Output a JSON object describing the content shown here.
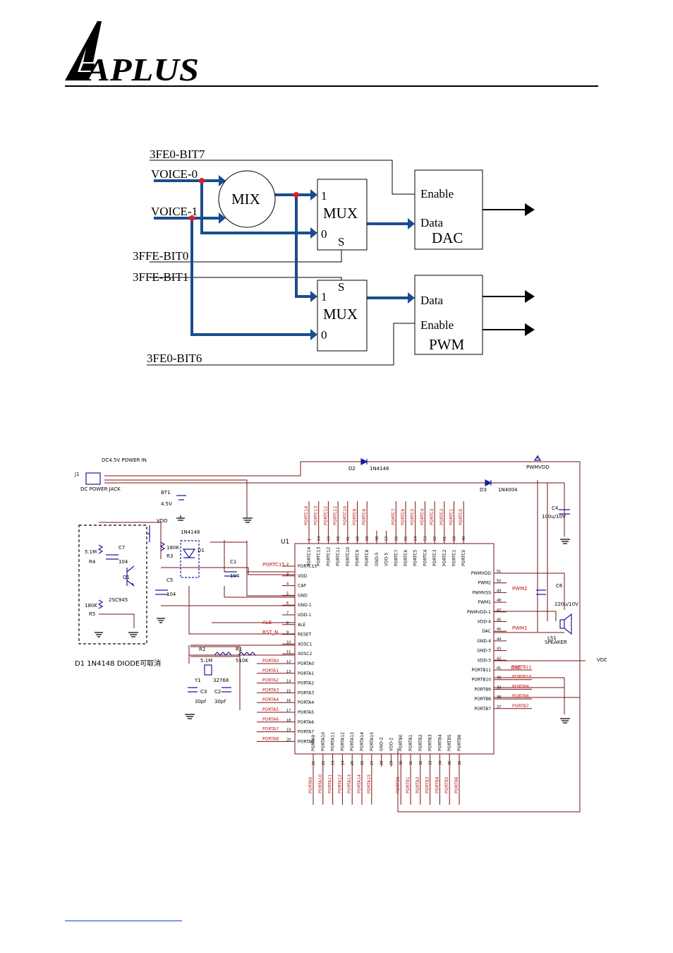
{
  "logo": {
    "text": "APLUS"
  },
  "block_diagram": {
    "signals": {
      "fe0_bit7": "3FE0-BIT7",
      "voice0": "VOICE-0",
      "voice1": "VOICE-1",
      "ffe_bit0": "3FFE-BIT0",
      "ffe_bit1": "3FFE-BIT1",
      "fe0_bit6": "3FE0-BIT6"
    },
    "mix": "MIX",
    "mux_top": {
      "label": "MUX",
      "in1": "1",
      "in0": "0",
      "sel": "S"
    },
    "mux_bottom": {
      "label": "MUX",
      "in1": "1",
      "in0": "0",
      "sel": "S"
    },
    "dac": {
      "name": "DAC",
      "enable": "Enable",
      "data": "Data"
    },
    "pwm": {
      "name": "PWM",
      "data": "Data",
      "enable": "Enable"
    }
  },
  "schematic": {
    "power_in": "DC4.5V POWER IN",
    "j1": "J1",
    "jack": "DC POWER JACK",
    "d2": "D2",
    "d2_part": "1N4148",
    "d3": "D3",
    "d3_part": "1N4004",
    "pwmvdd": "PWMVDD",
    "bt1": "BT1",
    "bt1_val": "4.5V",
    "c4": "C4",
    "c4_val": "100u/10V",
    "vdd": "VDD",
    "d1_part": "1N4148",
    "d1": "D1",
    "u1": "U1",
    "r4": "R4",
    "r4_val": "5.1M",
    "c7": "C7",
    "c7_val": "104",
    "r3": "R3",
    "r3_val": "180K",
    "q1": "Q1",
    "q1_part": "2SC945",
    "r5": "R5",
    "r5_val": "180K",
    "c5": "C5",
    "c5_val": "104",
    "c1": "C1",
    "c1_val": "104",
    "c6": "C6",
    "c6_val": "220u/10V",
    "ls1": "LS1",
    "speaker": "SPEAKER",
    "r2": "R2",
    "r2_val": "5.1M",
    "r1": "R1",
    "r1_val": "510K",
    "y1": "Y1",
    "y1_val": "32768",
    "c3": "C3",
    "c3_val": "30pf",
    "c2": "C2",
    "c2_val": "30pf",
    "note": "D1 1N4148 DIODE可取消",
    "vdd_out": "VDD",
    "net_ale": "ALE",
    "net_rst": "RST_N",
    "net_portc15": "PORTC15",
    "net_pwm2": "PWM2",
    "net_pwm1": "PWM1",
    "net_dac": "DAC",
    "left_pins": [
      {
        "n": "2",
        "name": "PORTC15"
      },
      {
        "n": "3",
        "name": "VDD"
      },
      {
        "n": "4",
        "name": "CAP"
      },
      {
        "n": "5",
        "name": "GND"
      },
      {
        "n": "6",
        "name": "GND-1"
      },
      {
        "n": "7",
        "name": "VDD-1"
      },
      {
        "n": "8",
        "name": "ALE"
      },
      {
        "n": "9",
        "name": "RESET"
      },
      {
        "n": "10",
        "name": "XOSC1"
      },
      {
        "n": "11",
        "name": "XOSC2"
      },
      {
        "n": "12",
        "name": "PORTA0"
      },
      {
        "n": "13",
        "name": "PORTA1"
      },
      {
        "n": "14",
        "name": "PORTA2"
      },
      {
        "n": "15",
        "name": "PORTA3"
      },
      {
        "n": "16",
        "name": "PORTA4"
      },
      {
        "n": "17",
        "name": "PORTA5"
      },
      {
        "n": "18",
        "name": "PORTA6"
      },
      {
        "n": "19",
        "name": "PORTA7"
      },
      {
        "n": "20",
        "name": "PORTA8"
      }
    ],
    "left_nets": [
      "PORTA0",
      "PORTA1",
      "PORTA2",
      "PORTA3",
      "PORTA4",
      "PORTA5",
      "PORTA6",
      "PORTA7",
      "PORTA8"
    ],
    "right_pins": [
      {
        "n": "51",
        "name": "PWMVDD"
      },
      {
        "n": "50",
        "name": "PWM2"
      },
      {
        "n": "49",
        "name": "PWMVSS"
      },
      {
        "n": "48",
        "name": "PWM1"
      },
      {
        "n": "47",
        "name": "PWMVDD-1"
      },
      {
        "n": "46",
        "name": "VDD-4"
      },
      {
        "n": "45",
        "name": "DAC"
      },
      {
        "n": "44",
        "name": "GND-4"
      },
      {
        "n": "43",
        "name": "GND-3"
      },
      {
        "n": "42",
        "name": "VDD-3"
      },
      {
        "n": "41",
        "name": "PORTB11"
      },
      {
        "n": "40",
        "name": "PORTB10"
      },
      {
        "n": "39",
        "name": "PORTB9"
      },
      {
        "n": "38",
        "name": "PORTB8"
      },
      {
        "n": "37",
        "name": "PORTB7"
      }
    ],
    "right_nets": [
      "PORTB11",
      "PORTB10",
      "PORTB9",
      "PORTB8",
      "PORTB7"
    ],
    "top_pins": [
      {
        "n": "1",
        "name": "PORTC14"
      },
      {
        "n": "64",
        "name": "PORTC13"
      },
      {
        "n": "63",
        "name": "PORTC12"
      },
      {
        "n": "62",
        "name": "PORTC11"
      },
      {
        "n": "61",
        "name": "PORTC10"
      },
      {
        "n": "60",
        "name": "PORTC9"
      },
      {
        "n": "59",
        "name": "PORTC8"
      },
      {
        "n": "58",
        "name": "GND-5"
      },
      {
        "n": "57",
        "name": "VDD-5"
      },
      {
        "n": "56",
        "name": "PORTC7"
      },
      {
        "n": "55",
        "name": "PORTC6"
      },
      {
        "n": "54",
        "name": "PORTC5"
      },
      {
        "n": "53",
        "name": "PORTC4"
      },
      {
        "n": "52",
        "name": "PORTC3"
      },
      {
        "n": "51",
        "name": "PORTC2"
      },
      {
        "n": "50",
        "name": "PORTC1"
      },
      {
        "n": "49",
        "name": "PORTC0"
      }
    ],
    "top_nets": [
      "PORTC14",
      "PORTC13",
      "PORTC12",
      "PORTC11",
      "PORTC10",
      "PORTC9",
      "PORTC8",
      "",
      "",
      "PORTC7",
      "PORTC6",
      "PORTC5",
      "PORTC4",
      "PORTC3",
      "PORTC2",
      "PORTC1",
      "PORTC0"
    ],
    "bottom_pins": [
      {
        "n": "21",
        "name": "PORTA9"
      },
      {
        "n": "22",
        "name": "PORTA10"
      },
      {
        "n": "23",
        "name": "PORTA11"
      },
      {
        "n": "24",
        "name": "PORTA12"
      },
      {
        "n": "25",
        "name": "PORTA13"
      },
      {
        "n": "26",
        "name": "PORTA14"
      },
      {
        "n": "27",
        "name": "PORTA15"
      },
      {
        "n": "28",
        "name": "GND-2"
      },
      {
        "n": "29",
        "name": "VDD-2"
      },
      {
        "n": "30",
        "name": "PORTB0"
      },
      {
        "n": "31",
        "name": "PORTB1"
      },
      {
        "n": "32",
        "name": "PORTB2"
      },
      {
        "n": "33",
        "name": "PORTB3"
      },
      {
        "n": "34",
        "name": "PORTB4"
      },
      {
        "n": "35",
        "name": "PORTB5"
      },
      {
        "n": "36",
        "name": "PORTB6"
      }
    ],
    "bottom_nets": [
      "PORTA9",
      "PORTA10",
      "PORTA11",
      "PORTA12",
      "PORTA13",
      "PORTA14",
      "PORTA15",
      "",
      "",
      "PORTB0",
      "PORTB1",
      "PORTB2",
      "PORTB3",
      "PORTB4",
      "PORTB5",
      "PORTB6"
    ]
  }
}
